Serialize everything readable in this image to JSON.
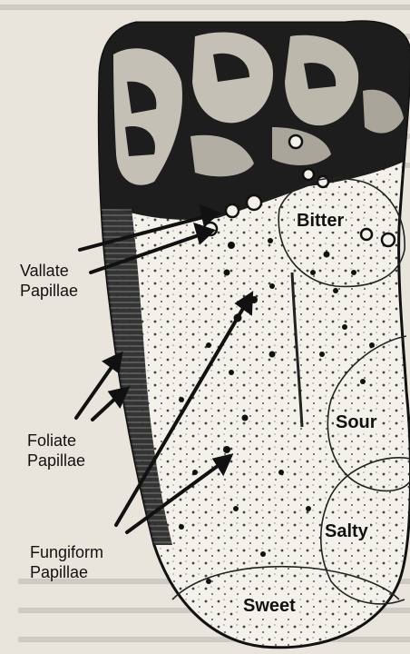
{
  "papillae_labels": {
    "vallate": [
      "Vallate",
      "Papillae"
    ],
    "foliate": [
      "Foliate",
      "Papillae"
    ],
    "fungiform": [
      "Fungiform",
      "Papillae"
    ]
  },
  "taste_zones": {
    "bitter": "Bitter",
    "sour": "Sour",
    "salty": "Salty",
    "sweet": "Sweet"
  },
  "colors": {
    "ink": "#111111",
    "paper": "#e9e5dc",
    "tongue": "#f3f1ea"
  }
}
